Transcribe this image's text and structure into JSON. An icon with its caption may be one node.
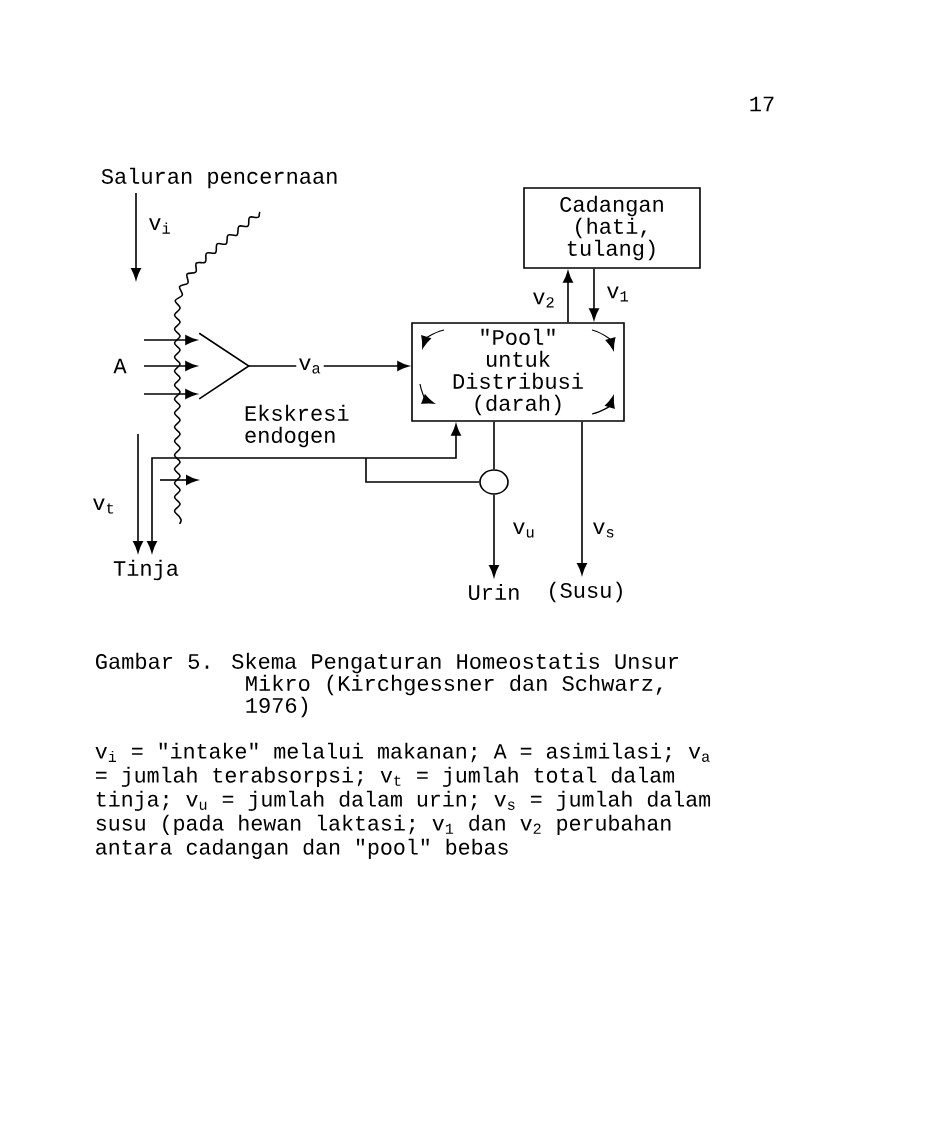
{
  "diagram": {
    "caption": "Gambar 5. Skema Pengaturan Homeostatis Unsur Mikro (Kirchgessner dan Schwarz, 1976)",
    "nodes": [
      {
        "text": [
          "Saluran pencernaan"
        ]
      },
      {
        "text": [
          "Cadangan (hati, tulang)"
        ]
      },
      {
        "text": [
          "\"Pool\" untuk Distribusi (darah)"
        ]
      },
      {
        "text": [
          "A"
        ]
      },
      {
        "text": [],
        "shape": "triangle"
      },
      {
        "text": [
          "Tinja"
        ]
      },
      {
        "text": [
          "Urin"
        ]
      },
      {
        "text": [
          "(Susu)"
        ]
      },
      {
        "text": [],
        "shape": "circle"
      }
    ],
    "edges": [
      {
        "from": 0,
        "to": null,
        "arrow": "to",
        "label": "v$_{i}$"
      },
      {
        "from": 3,
        "to": 4,
        "arrow": "to"
      },
      {
        "from": 3,
        "to": 4,
        "arrow": "to"
      },
      {
        "from": 3,
        "to": 4,
        "arrow": "to"
      },
      {
        "from": 4,
        "to": 2,
        "arrow": "to",
        "label": "v$_{a}$"
      },
      {
        "from": 2,
        "to": 1,
        "arrow": "to",
        "label": "v$_{2}$"
      },
      {
        "from": 1,
        "to": 2,
        "arrow": "to",
        "label": "v$_{1}$"
      },
      {
        "from": 2,
        "to": 8,
        "arrow": "none"
      },
      {
        "from": 8,
        "to": 2,
        "arrow": "to"
      },
      {
        "from": 8,
        "to": 5,
        "arrow": "to",
        "label": "Ekskresi endogen"
      },
      {
        "from": null,
        "to": 5,
        "arrow": "to",
        "label": "v$_{t}$"
      },
      {
        "from": 8,
        "to": 6,
        "arrow": "to",
        "label": "v$_{u}$"
      },
      {
        "from": 2,
        "to": 7,
        "arrow": "to",
        "label": "v$_{s}$"
      }
    ],
    "labels": [
      "17",
      "v$_{i}$ = \"intake\" melalui makanan; A = asimilasi; v$_{a}$ = jumlah terabsorpsi; v$_{t}$ = jumlah total dalam tinja; v$_{u}$ = jumlah dalam urin; v$_{s}$ = jumlah dalam susu (pada hewan laktasi; v$_{1}$ dan v$_{2}$ perubahan antara cadangan dan \"pool\" bebas"
    ]
  }
}
